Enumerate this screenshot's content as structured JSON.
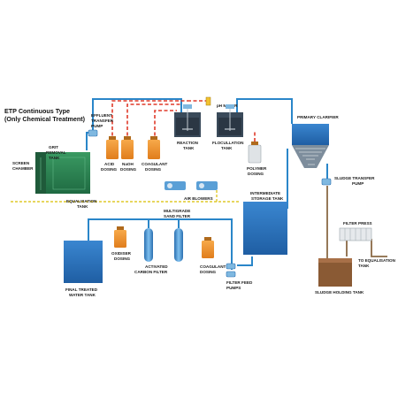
{
  "title": {
    "line1": "ETP Continuous Type",
    "line2": "(Only Chemical Treatment)"
  },
  "labels": {
    "grit_removal_tank": [
      "GRIT",
      "REMOVAL",
      "TANK"
    ],
    "screen_chamber": [
      "SCREEN",
      "CHAMBER"
    ],
    "equalisation_tank": [
      "EQUALISATION",
      "TANK"
    ],
    "effluent_transfer_pump": [
      "EFFLUENT",
      "TRANSFER",
      "PUMP"
    ],
    "acid_dosing": [
      "ACID",
      "DOSING"
    ],
    "naoh_dosing": [
      "NaOH",
      "DOSING"
    ],
    "coagulant_dosing_top": [
      "COAGULANT",
      "DOSING"
    ],
    "ph_meter": "pH METER",
    "reaction_tank": [
      "REACTION",
      "TANK"
    ],
    "flocculation_tank": [
      "FLOCULLATION",
      "TANK"
    ],
    "polymer_dosing": [
      "POLYMER",
      "DOSING"
    ],
    "primary_clarifier": "PRIMARY CLARIFIER",
    "sludge_transfer_pump": [
      "SLUDGE TRANSFER",
      "PUMP"
    ],
    "air_blowers": "AIR BLOWERS",
    "intermediate_storage_tank": [
      "INTERMEDIATE",
      "STORAGE TANK"
    ],
    "multigrade_sand_filter": [
      "MULTIGRADE",
      "SAND FILTER"
    ],
    "oxidiser_dosing": [
      "OXIDISER",
      "DOSING"
    ],
    "activated_carbon_filter": [
      "ACTIVATED",
      "CARBON FILTER"
    ],
    "coagulant_dosing_bottom": [
      "COAGULANT",
      "DOSING"
    ],
    "filter_feed_pumps": [
      "FILTER FEED",
      "PUMPS"
    ],
    "final_treated_water_tank": [
      "FINAL TREATED",
      "WATER TANK"
    ],
    "filter_press": "FILTER PRESS",
    "to_equalisation_tank": [
      "TO EQUALISATION",
      "TANK"
    ],
    "sludge_holding_tank": "SLUDGE HOLDING TANK"
  },
  "colors": {
    "water": "#2a86c9",
    "tank_blue": "#2f6fb5",
    "tank_green": "#2e7d4f",
    "dosing_orange": "#f0922b",
    "sludge_brown": "#8a5a34",
    "chemical_line": "#e03a2a",
    "air_line": "#e0c92a"
  }
}
